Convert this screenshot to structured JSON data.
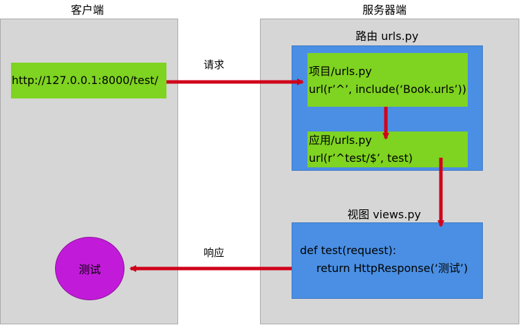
{
  "client": {
    "heading": "客户端",
    "url_text": "http://127.0.0.1:8000/test/",
    "response_text": "测试"
  },
  "server": {
    "heading": "服务器端",
    "routing_title": "路由 urls.py",
    "project_box": {
      "line1": "项目/urls.py",
      "line2": "url(r’^’, include(‘Book.urls’))"
    },
    "app_box": {
      "line1": "应用/urls.py",
      "line2": "url(r’^test/$’, test)"
    },
    "view_title": "视图 views.py",
    "view_box": {
      "line1": "def test(request):",
      "line2": "return HttpResponse(‘测试’)"
    }
  },
  "arrows": {
    "request_label": "请求",
    "response_label": "响应"
  },
  "colors": {
    "panel": "#d6d6d6",
    "blue": "#4a8fe3",
    "green": "#7fd321",
    "arrow": "#d0021b",
    "circle": "#c21ad9"
  }
}
